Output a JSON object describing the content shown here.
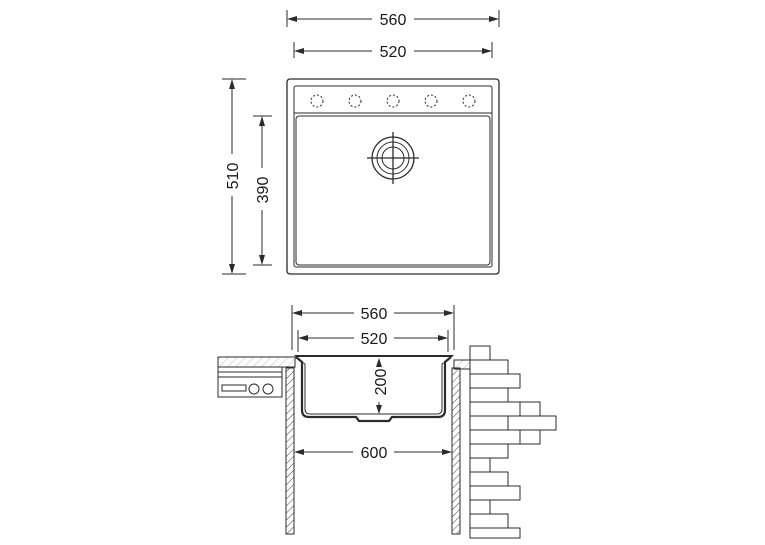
{
  "top_view": {
    "overall_width": "560",
    "bowl_width": "520",
    "overall_depth": "510",
    "bowl_depth": "390",
    "tap_holes": 5
  },
  "section_view": {
    "overall_width": "560",
    "bowl_width": "520",
    "bowl_height": "200",
    "cabinet_width": "600"
  },
  "colors": {
    "line": "#2b2b2b",
    "text": "#1a1a1a",
    "background": "#ffffff"
  }
}
